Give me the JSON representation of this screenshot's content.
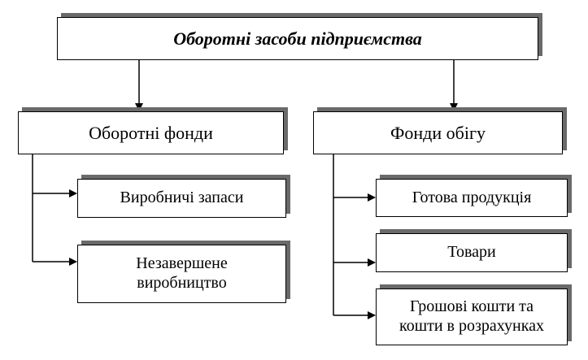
{
  "root": {
    "label": "Оборотні засоби підприємства"
  },
  "left_branch": {
    "title": "Оборотні фонди",
    "items": [
      {
        "line1": "Виробничі запаси",
        "line2": ""
      },
      {
        "line1": "Незавершене",
        "line2": "виробництво"
      }
    ]
  },
  "right_branch": {
    "title": "Фонди обігу",
    "items": [
      {
        "line1": "Готова продукція",
        "line2": ""
      },
      {
        "line1": "Товари",
        "line2": ""
      },
      {
        "line1": "Грошові кошти та",
        "line2": "кошти в розрахунках"
      }
    ]
  },
  "colors": {
    "line": "#000000",
    "shadow": "#6a6a6a",
    "background": "#ffffff"
  }
}
